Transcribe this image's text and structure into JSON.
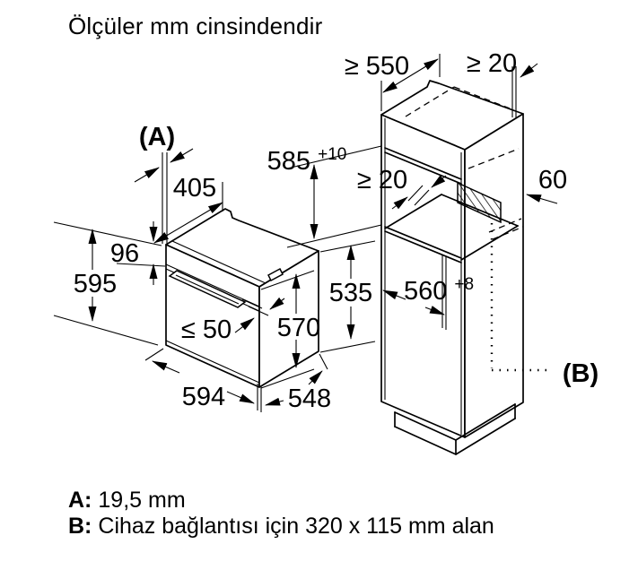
{
  "title": "Ölçüler mm cinsindendir",
  "dimensions": {
    "min_cabinet_depth": "≥ 550",
    "min_top_rear_gap": "≥ 20",
    "label_a": "(A)",
    "oven_top_depth": "405",
    "niche_height": "585",
    "niche_height_tolerance": "+10",
    "min_rear_vent_gap": "≥ 20",
    "rear_vent_depth": "60",
    "control_panel_height": "96",
    "oven_height": "595",
    "max_door_protrusion": "≤ 50",
    "oven_body_height": "535",
    "door_height": "570",
    "niche_depth": "560",
    "niche_depth_tolerance": "+8",
    "oven_width": "594",
    "oven_depth": "548",
    "label_b": "(B)"
  },
  "notes": {
    "a_prefix": "A:",
    "a_text": "19,5 mm",
    "b_prefix": "B:",
    "b_text": "Cihaz bağlantısı için 320 x 115 mm alan"
  }
}
